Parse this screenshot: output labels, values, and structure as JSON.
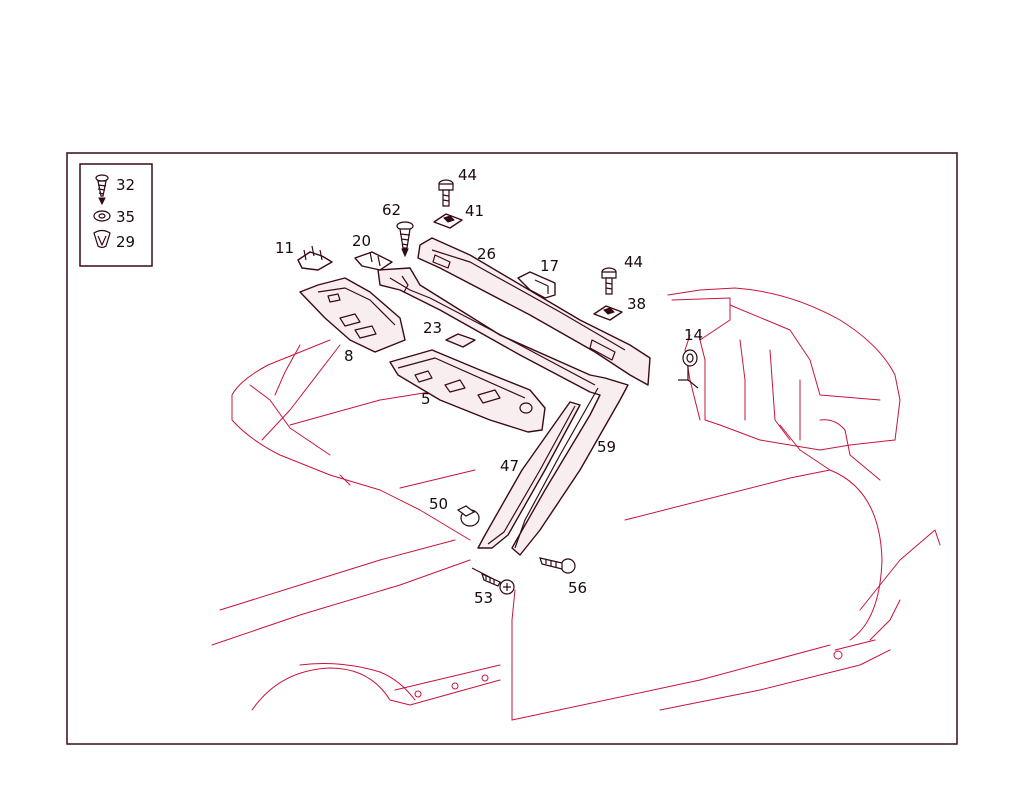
{
  "colors": {
    "frame": "#3a0a14",
    "car_outline": "#c8143c",
    "part_outline": "#3a0a14"
  },
  "legend": [
    {
      "id": "32",
      "icon": "screw-icon"
    },
    {
      "id": "35",
      "icon": "washer-icon"
    },
    {
      "id": "29",
      "icon": "clip-icon"
    }
  ],
  "parts": {
    "p44a": "44",
    "p41": "41",
    "p62": "62",
    "p11": "11",
    "p20": "20",
    "p26": "26",
    "p17": "17",
    "p44b": "44",
    "p38": "38",
    "p23": "23",
    "p14": "14",
    "p8": "8",
    "p5": "5",
    "p59": "59",
    "p47": "47",
    "p50": "50",
    "p56": "56",
    "p53": "53"
  }
}
